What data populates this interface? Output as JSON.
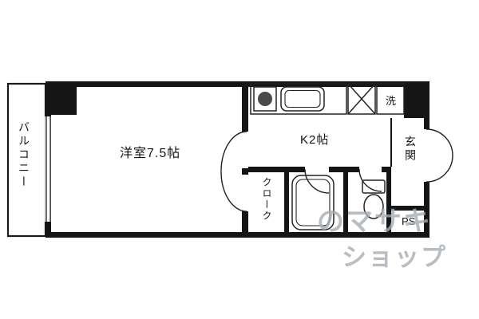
{
  "plan": {
    "balcony": "バルコニー",
    "room": "洋室7.5帖",
    "kitchen": "K2帖",
    "laundry": "洗",
    "entrance": "玄関",
    "closet": "クローク",
    "pipe_space": "PS"
  },
  "watermark": {
    "line1": "のマサキ",
    "line2": "ショップ"
  },
  "fixtures": [
    "stove-icon",
    "sink-icon",
    "refrigerator-space-x-icon",
    "washing-machine-space-icon",
    "bathtub-icon",
    "toilet-icon",
    "door-swing-arc",
    "window-lines",
    "entrance-door-arc"
  ],
  "colors": {
    "wall": "#151515",
    "line": "#222222",
    "watermark": "#a7adb2",
    "background": "#ffffff"
  }
}
